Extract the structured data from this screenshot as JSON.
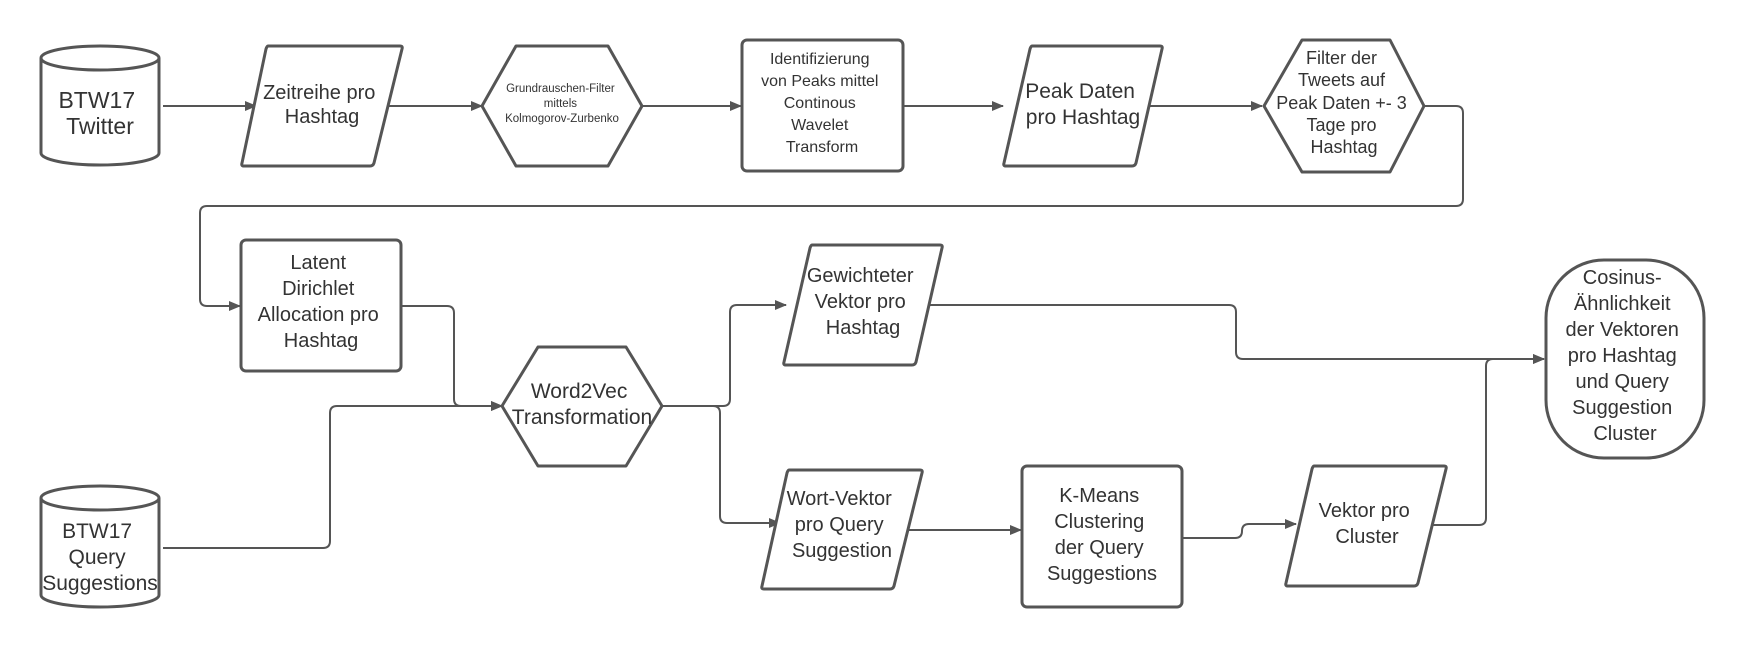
{
  "diagram": {
    "colors": {
      "stroke": "#555555",
      "text": "#333333",
      "background": "#ffffff"
    },
    "nodes": {
      "btw17_twitter": {
        "shape": "cylinder",
        "lines": [
          "BTW17",
          "Twitter"
        ]
      },
      "zeitreihe": {
        "shape": "parallelogram",
        "lines": [
          "Zeitreihe pro",
          "Hashtag"
        ]
      },
      "grundrauschen": {
        "shape": "hexagon",
        "lines": [
          "Grundrauschen-Filter",
          "mittels",
          "Kolmogorov-Zurbenko"
        ]
      },
      "identifizierung": {
        "shape": "rectangle",
        "lines": [
          "Identifizierung",
          "von Peaks mittel",
          "Continous",
          "Wavelet",
          "Transform"
        ]
      },
      "peak_daten": {
        "shape": "parallelogram",
        "lines": [
          "Peak Daten",
          "pro Hashtag"
        ]
      },
      "filter_tweets": {
        "shape": "hexagon",
        "lines": [
          "Filter der",
          "Tweets auf",
          "Peak Daten +- 3",
          "Tage pro",
          "Hashtag"
        ]
      },
      "lda": {
        "shape": "rectangle",
        "lines": [
          "Latent",
          "Dirichlet",
          "Allocation pro",
          "Hashtag"
        ]
      },
      "word2vec": {
        "shape": "hexagon",
        "lines": [
          "Word2Vec",
          "Transformation"
        ]
      },
      "gewichteter": {
        "shape": "parallelogram",
        "lines": [
          "Gewichteter",
          "Vektor pro",
          "Hashtag"
        ]
      },
      "btw17_query": {
        "shape": "cylinder",
        "lines": [
          "BTW17",
          "Query",
          "Suggestions"
        ]
      },
      "wort_vektor": {
        "shape": "parallelogram",
        "lines": [
          "Wort-Vektor",
          "pro Query",
          "Suggestion"
        ]
      },
      "kmeans": {
        "shape": "rectangle",
        "lines": [
          "K-Means",
          "Clustering",
          "der Query",
          "Suggestions"
        ]
      },
      "vektor_cluster": {
        "shape": "parallelogram",
        "lines": [
          "Vektor pro",
          "Cluster"
        ]
      },
      "cosinus": {
        "shape": "terminal",
        "lines": [
          "Cosinus-",
          "Ähnlichkeit",
          "der Vektoren",
          "pro Hashtag",
          "und Query",
          "Suggestion",
          "Cluster"
        ]
      }
    },
    "edges": [
      {
        "from": "btw17_twitter",
        "to": "zeitreihe"
      },
      {
        "from": "zeitreihe",
        "to": "grundrauschen"
      },
      {
        "from": "grundrauschen",
        "to": "identifizierung"
      },
      {
        "from": "identifizierung",
        "to": "peak_daten"
      },
      {
        "from": "peak_daten",
        "to": "filter_tweets"
      },
      {
        "from": "filter_tweets",
        "to": "lda"
      },
      {
        "from": "lda",
        "to": "word2vec"
      },
      {
        "from": "btw17_query",
        "to": "word2vec"
      },
      {
        "from": "word2vec",
        "to": "gewichteter"
      },
      {
        "from": "word2vec",
        "to": "wort_vektor"
      },
      {
        "from": "gewichteter",
        "to": "cosinus"
      },
      {
        "from": "wort_vektor",
        "to": "kmeans"
      },
      {
        "from": "kmeans",
        "to": "vektor_cluster"
      },
      {
        "from": "vektor_cluster",
        "to": "cosinus"
      }
    ]
  }
}
